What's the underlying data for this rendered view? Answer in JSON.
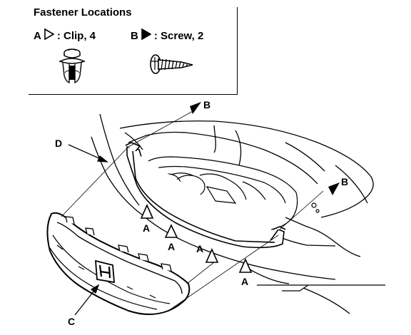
{
  "legend": {
    "title": "Fastener Locations",
    "items": [
      {
        "letter": "A",
        "shape": "hollow-triangle",
        "text": ": Clip, 4"
      },
      {
        "letter": "B",
        "shape": "solid-triangle",
        "text": ": Screw, 2"
      }
    ]
  },
  "callouts": {
    "B_top": "B",
    "B_right": "B",
    "D": "D",
    "C": "C",
    "A_labels": [
      "A",
      "A",
      "A",
      "A"
    ]
  },
  "icons": {
    "clip": "clip-fastener-icon",
    "screw": "screw-fastener-icon",
    "clip_marker": "hollow-triangle",
    "screw_marker": "solid-triangle",
    "emblem": "h-emblem-icon"
  }
}
